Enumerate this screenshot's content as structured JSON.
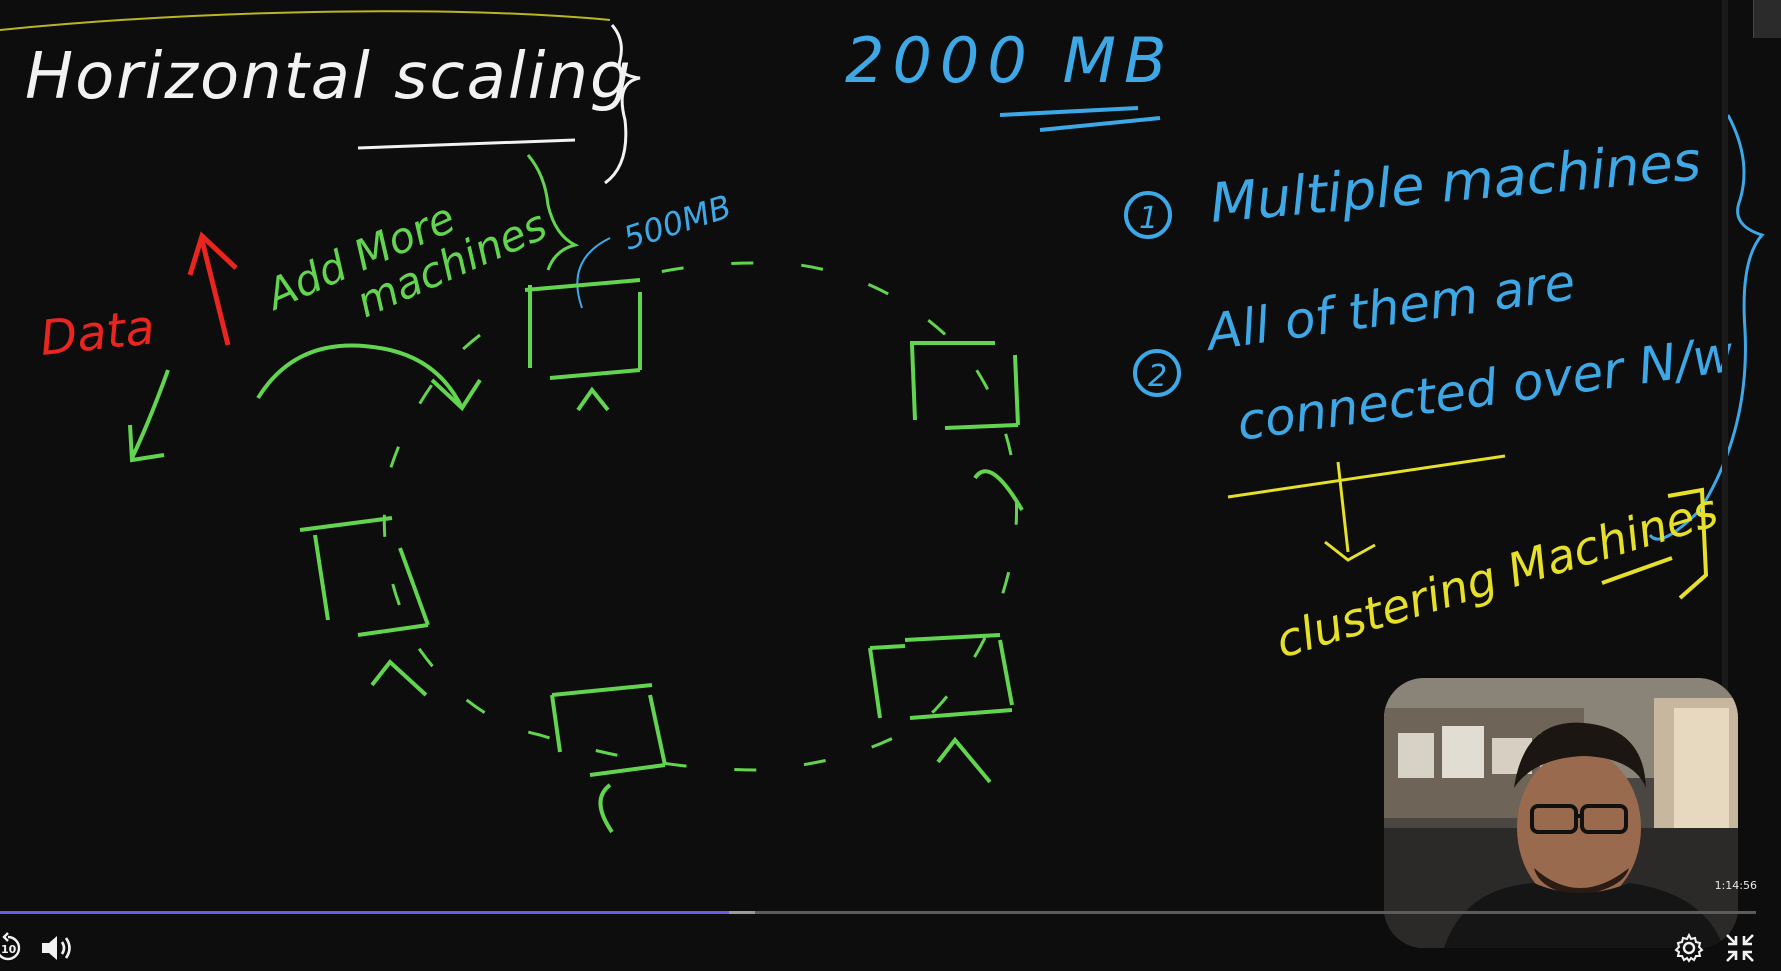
{
  "whiteboard": {
    "title": "Horizontal scaling",
    "size_note": "2000 MB",
    "data_label": "Data",
    "add_label_line1": "Add More",
    "add_label_line2": "machines",
    "node_size": "500MB",
    "points": [
      {
        "number": "1",
        "text": "Multiple machines"
      },
      {
        "number": "2",
        "text_line1": "All of them are",
        "text_line2": "connected over N/w"
      }
    ],
    "conclusion": "clustering Machines"
  },
  "player": {
    "elapsed_time": "1:14:56",
    "progress_fraction": 0.415,
    "buffered_fraction": 0.43,
    "rewind_seconds": "10"
  },
  "colors": {
    "background": "#0d0d0d",
    "chalk_white": "#f2f2f2",
    "chalk_blue": "#3ea8e6",
    "chalk_green": "#62d44f",
    "chalk_red": "#e8261f",
    "chalk_yellow": "#e6e02a",
    "progress_accent": "#6b5ce7"
  },
  "icons": {
    "rewind": "rewind-10-icon",
    "volume": "volume-icon",
    "settings": "gear-icon",
    "fullscreen_exit": "exit-fullscreen-icon"
  }
}
